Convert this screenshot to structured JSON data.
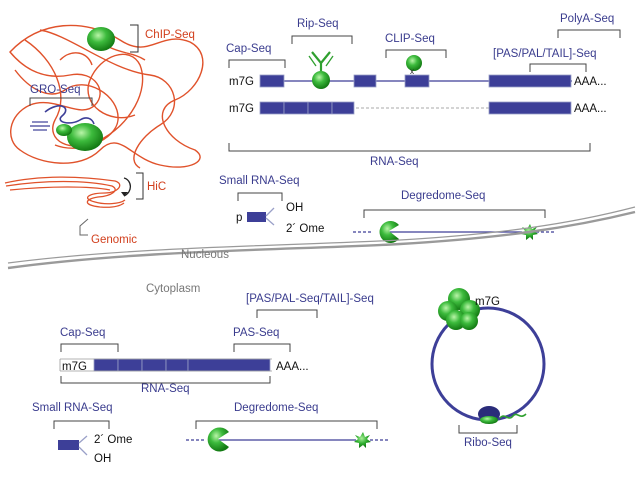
{
  "nucleus": {
    "chip_seq": "ChIP-Seq",
    "gro_seq": "GRO-Seq",
    "hic": "HiC",
    "genomic": "Genomic",
    "cap_seq": "Cap-Seq",
    "rip_seq": "Rip-Seq",
    "clip_seq": "CLIP-Seq",
    "polya_seq": "PolyA-Seq",
    "pas_pal_tail": "[PAS/PAL/TAIL]-Seq",
    "m7g_1": "m7G",
    "m7g_2": "m7G",
    "aaa_1": "AAA...",
    "aaa_2": "AAA...",
    "rna_seq": "RNA-Seq",
    "small_rna_seq": "Small RNA-Seq",
    "p_label": "p",
    "oh_label": "OH",
    "ome_label": "2´ Ome",
    "degredome_seq": "Degredome-Seq",
    "region_label": "Nucleous"
  },
  "cytoplasm": {
    "region_label": "Cytoplasm",
    "pas_pal_seq_tail": "[PAS/PAL-Seq/TAIL]-Seq",
    "cap_seq": "Cap-Seq",
    "pas_seq": "PAS-Seq",
    "m7g": "m7G",
    "aaa": "AAA...",
    "rna_seq": "RNA-Seq",
    "small_rna_seq": "Small RNA-Seq",
    "ome_label": "2´ Ome",
    "oh_label": "OH",
    "degredome_seq": "Degredome-Seq",
    "ribo_m7g": "m7G",
    "ribo_seq": "Ribo-Seq"
  },
  "colors": {
    "exon": "#3d3f98",
    "label_blue": "#3a3c8e",
    "label_red": "#d2401e",
    "chromatin": "#e0522b",
    "green": "#2fb02f",
    "membrane": "#9a9a9a"
  }
}
